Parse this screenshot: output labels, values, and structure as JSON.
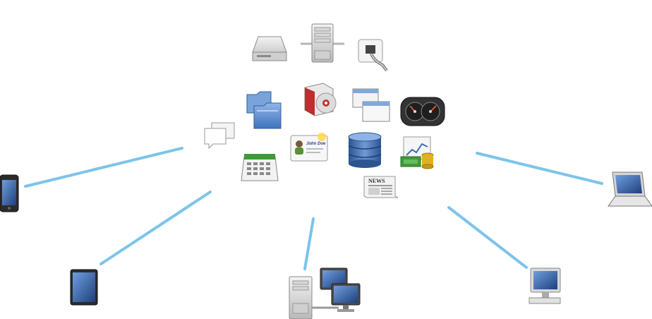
{
  "colors": {
    "background": "#ffffff",
    "link_line": "#7cc4ea",
    "screen_blue": "#2a5da8",
    "folder_blue": "#5b8fd1",
    "database_blue": "#3c6aa8",
    "money_green": "#3f9a3a",
    "coin_gold": "#e0b020",
    "gray_dark": "#555555",
    "gray_light": "#e6e6e6"
  },
  "cloud_services": [
    {
      "name": "hard-disk-icon",
      "icon": "hard-drive"
    },
    {
      "name": "server-tower-icon",
      "icon": "server"
    },
    {
      "name": "network-jack-icon",
      "icon": "ethernet-port"
    },
    {
      "name": "folders-icon",
      "icon": "folder-stack"
    },
    {
      "name": "software-package-icon",
      "icon": "box-with-cd"
    },
    {
      "name": "windows-icon",
      "icon": "application-windows"
    },
    {
      "name": "dashboard-gauge-icon",
      "icon": "speedometer"
    },
    {
      "name": "chat-bubbles-icon",
      "icon": "speech-bubbles"
    },
    {
      "name": "contact-card-icon",
      "icon": "id-card"
    },
    {
      "name": "database-icon",
      "icon": "database-cylinder"
    },
    {
      "name": "finance-chart-icon",
      "icon": "chart-with-money"
    },
    {
      "name": "calendar-icon",
      "icon": "calendar"
    },
    {
      "name": "newspaper-icon",
      "icon": "newspaper"
    }
  ],
  "contact_card": {
    "name_text": "John Doe"
  },
  "newspaper": {
    "masthead": "NEWS"
  },
  "client_devices": [
    {
      "name": "smartphone-icon",
      "icon": "phone"
    },
    {
      "name": "tablet-icon",
      "icon": "tablet"
    },
    {
      "name": "client-server-network-icon",
      "icon": "server-and-monitors"
    },
    {
      "name": "desktop-computer-icon",
      "icon": "desktop"
    },
    {
      "name": "laptop-icon",
      "icon": "laptop"
    }
  ]
}
